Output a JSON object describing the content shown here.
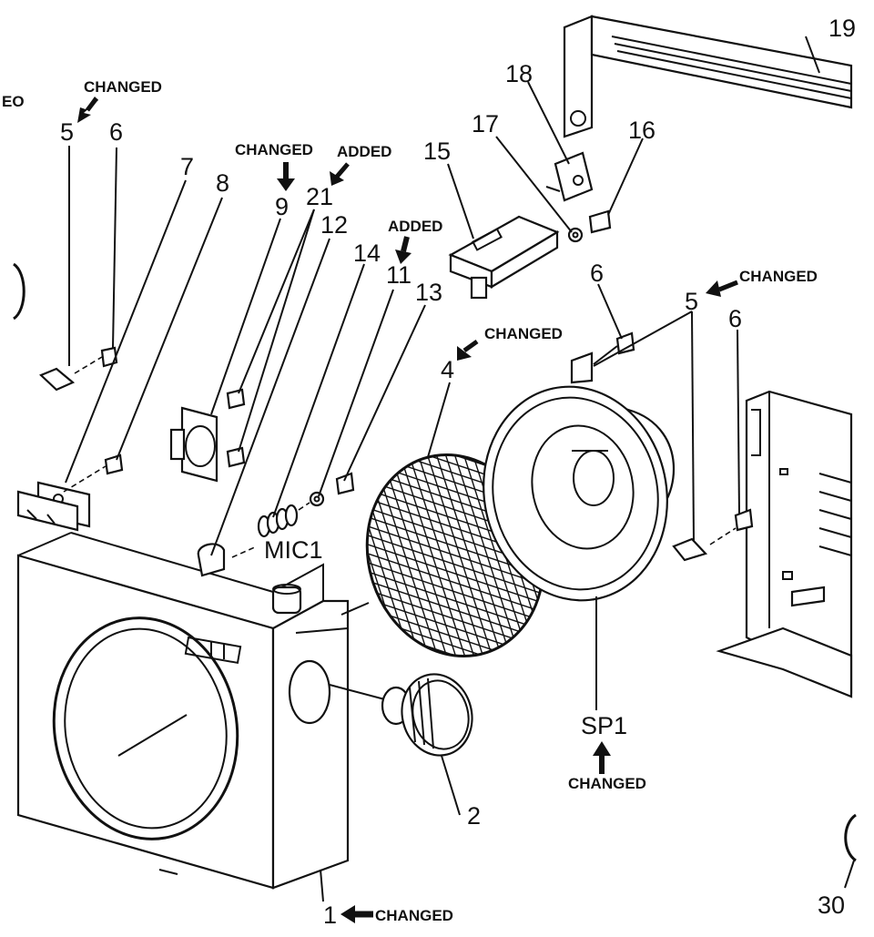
{
  "labels": {
    "eo": "EO",
    "c_5_left": "CHANGED",
    "n5_left": "5",
    "n6_left": "6",
    "n7": "7",
    "n8": "8",
    "c_9": "CHANGED",
    "a_21": "ADDED",
    "n9": "9",
    "n21": "21",
    "n12": "12",
    "a_11": "ADDED",
    "n14": "14",
    "n11": "11",
    "n13": "13",
    "n15": "15",
    "n17": "17",
    "n18": "18",
    "n16": "16",
    "n19": "19",
    "n6_mid": "6",
    "c_5_right": "CHANGED",
    "n5_right": "5",
    "n6_right": "6",
    "c_4": "CHANGED",
    "n4": "4",
    "mic": "MIC1",
    "sp": "SP1",
    "c_sp": "CHANGED",
    "n2": "2",
    "n1": "1",
    "c_1": "CHANGED",
    "n30": "30"
  }
}
